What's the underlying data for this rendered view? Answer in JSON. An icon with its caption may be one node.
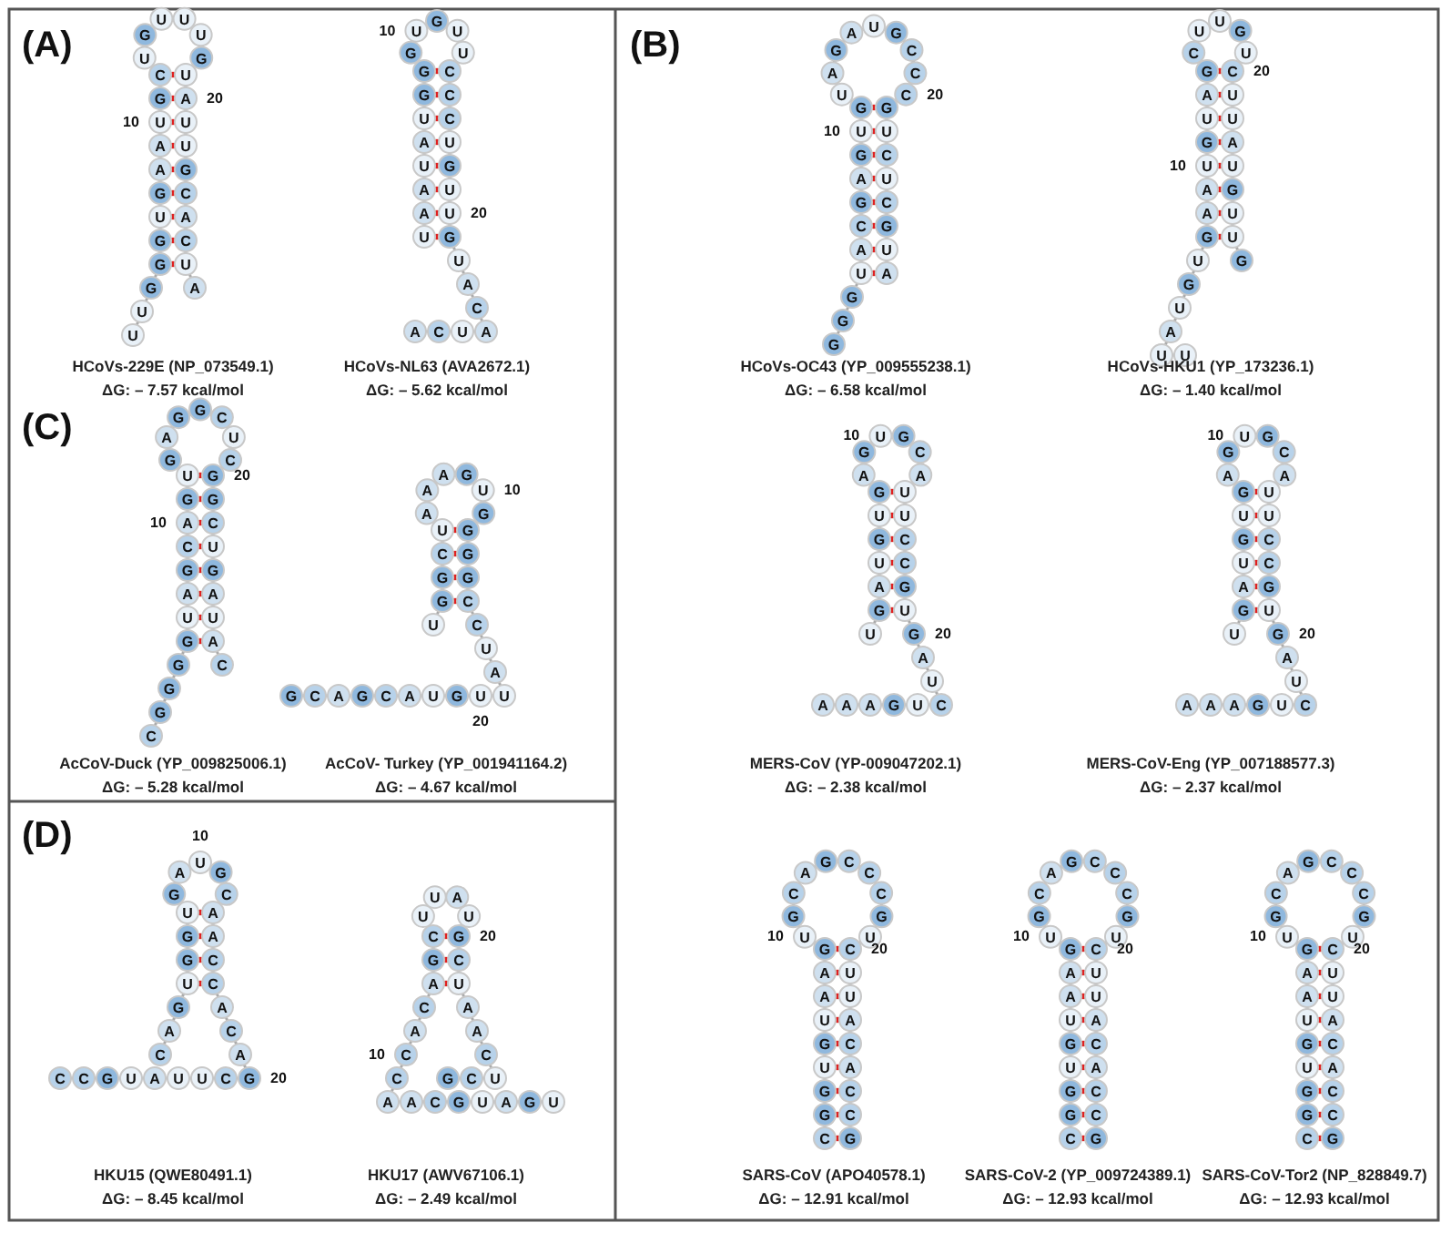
{
  "diagram": {
    "labels": [
      "(A)",
      "(B)",
      "(C)",
      "(D)",
      "HCoVs-229E (NP_073549.1)",
      "ΔG: – 7.57 kcal/mol",
      "U",
      "U",
      "G",
      "G",
      "G",
      "U",
      "G",
      "A",
      "A",
      "U",
      "G",
      "C",
      "U",
      "G",
      "U",
      "U",
      "U",
      "G",
      "U",
      "A",
      "U",
      "U",
      "G",
      "C",
      "A",
      "C",
      "U",
      "A",
      "10",
      "20",
      "HCoVs-NL63 (AVA2672.1)",
      "ΔG: – 5.62 kcal/mol",
      "U",
      "A",
      "A",
      "U",
      "A",
      "U",
      "G",
      "G",
      "G",
      "U",
      "G",
      "U",
      "U",
      "C",
      "C",
      "C",
      "U",
      "G",
      "U",
      "U",
      "G",
      "U",
      "A",
      "C",
      "A",
      "U",
      "C",
      "A",
      "10",
      "20",
      "HCoVs-OC43 (YP_009555238.1)",
      "ΔG: – 6.58 kcal/mol",
      "G",
      "G",
      "G",
      "U",
      "A",
      "C",
      "G",
      "A",
      "G",
      "U",
      "G",
      "U",
      "A",
      "G",
      "A",
      "U",
      "G",
      "C",
      "C",
      "C",
      "G",
      "U",
      "C",
      "U",
      "C",
      "G",
      "U",
      "A",
      "10",
      "20",
      "HCoVs-HKU1 (YP_173236.1)",
      "ΔG: – 1.40 kcal/mol",
      "U",
      "U",
      "A",
      "U",
      "G",
      "U",
      "G",
      "A",
      "A",
      "U",
      "G",
      "U",
      "A",
      "G",
      "C",
      "U",
      "U",
      "G",
      "U",
      "C",
      "U",
      "U",
      "A",
      "U",
      "G",
      "U",
      "U",
      "G",
      "10",
      "20",
      "AcCoV-Duck (YP_009825006.1)",
      "ΔG: – 5.28 kcal/mol",
      "C",
      "G",
      "G",
      "G",
      "G",
      "U",
      "A",
      "G",
      "C",
      "A",
      "G",
      "U",
      "G",
      "A",
      "G",
      "G",
      "C",
      "U",
      "C",
      "G",
      "G",
      "C",
      "U",
      "G",
      "A",
      "U",
      "A",
      "C",
      "10",
      "20",
      "AcCoV- Turkey (YP_001941164.2)",
      "ΔG: – 4.67 kcal/mol",
      "U",
      "G",
      "G",
      "C",
      "U",
      "A",
      "A",
      "A",
      "G",
      "U",
      "G",
      "G",
      "G",
      "G",
      "C",
      "C",
      "U",
      "A",
      "U",
      "U",
      "G",
      "U",
      "A",
      "C",
      "G",
      "A",
      "C",
      "G",
      "10",
      "20",
      "MERS-CoV (YP-009047202.1)",
      "ΔG: – 2.38 kcal/mol",
      "U",
      "G",
      "A",
      "U",
      "G",
      "U",
      "G",
      "A",
      "G",
      "U",
      "G",
      "C",
      "A",
      "U",
      "U",
      "C",
      "C",
      "G",
      "U",
      "G",
      "A",
      "U",
      "C",
      "U",
      "G",
      "A",
      "A",
      "A",
      "10",
      "20",
      "MERS-CoV-Eng (YP_007188577.3)",
      "ΔG: – 2.37 kcal/mol",
      "U",
      "G",
      "A",
      "U",
      "G",
      "U",
      "G",
      "A",
      "G",
      "U",
      "G",
      "C",
      "A",
      "U",
      "U",
      "C",
      "C",
      "G",
      "U",
      "G",
      "A",
      "U",
      "C",
      "U",
      "G",
      "A",
      "A",
      "A",
      "10",
      "20",
      "HKU15 (QWE80491.1)",
      "ΔG: – 8.45 kcal/mol",
      "C",
      "A",
      "G",
      "U",
      "G",
      "G",
      "U",
      "G",
      "A",
      "U",
      "G",
      "C",
      "A",
      "A",
      "C",
      "C",
      "A",
      "C",
      "A",
      "G",
      "C",
      "U",
      "U",
      "A",
      "U",
      "G",
      "C",
      "C",
      "10",
      "20",
      "HKU17 (AWV67106.1)",
      "ΔG: – 2.49 kcal/mol",
      "U",
      "G",
      "A",
      "U",
      "G",
      "C",
      "A",
      "A",
      "C",
      "C",
      "A",
      "C",
      "A",
      "G",
      "C",
      "U",
      "U",
      "A",
      "U",
      "G",
      "C",
      "U",
      "A",
      "A",
      "C",
      "U",
      "C",
      "G",
      "10",
      "20",
      "SARS-CoV (APO40578.1)",
      "ΔG: – 12.91 kcal/mol",
      "C",
      "G",
      "G",
      "U",
      "G",
      "U",
      "A",
      "A",
      "G",
      "U",
      "G",
      "C",
      "A",
      "G",
      "C",
      "C",
      "C",
      "G",
      "U",
      "C",
      "U",
      "U",
      "A",
      "C",
      "A",
      "C",
      "C",
      "G",
      "10",
      "20",
      "SARS-CoV-2 (YP_009724389.1)",
      "ΔG: – 12.93 kcal/mol",
      "C",
      "G",
      "G",
      "U",
      "G",
      "U",
      "A",
      "A",
      "G",
      "U",
      "G",
      "C",
      "A",
      "G",
      "C",
      "C",
      "C",
      "G",
      "U",
      "C",
      "U",
      "U",
      "A",
      "C",
      "A",
      "C",
      "C",
      "G",
      "10",
      "20",
      "SARS-CoV-Tor2 (NP_828849.7)",
      "ΔG: – 12.93 kcal/mol",
      "C",
      "G",
      "G",
      "U",
      "G",
      "U",
      "A",
      "A",
      "G",
      "U",
      "G",
      "C",
      "A",
      "G",
      "C",
      "C",
      "C",
      "G",
      "U",
      "C",
      "U",
      "U",
      "A",
      "C",
      "A",
      "C",
      "C",
      "G",
      "10",
      "20"
    ]
  }
}
